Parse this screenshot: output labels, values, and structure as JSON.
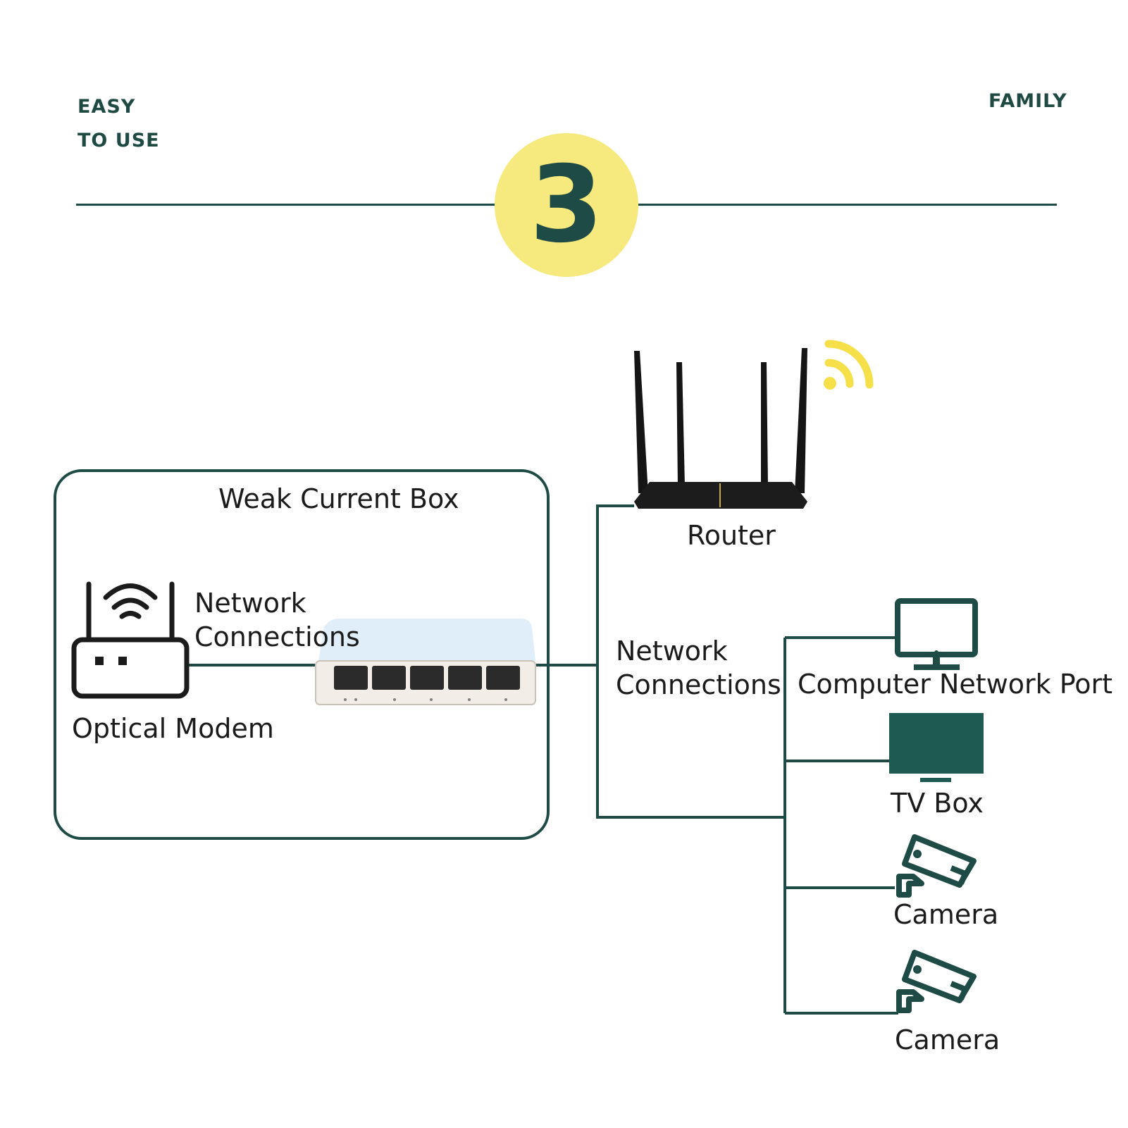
{
  "banner": {
    "left_label": "EASY\nTO USE",
    "right_label": "FAMILY",
    "step_number": "3",
    "accent_color": "#f6ea7e",
    "line_color": "#1e4b45"
  },
  "diagram": {
    "box_title": "Weak Current Box",
    "modem_label": "Optical Modem",
    "modem_link_label": "Network\nConnections",
    "router_label": "Router",
    "switch_link_label": "Network\nConnections",
    "devices": [
      {
        "label": "Computer Network Port",
        "icon": "monitor-icon"
      },
      {
        "label": "TV Box",
        "icon": "tv-icon"
      },
      {
        "label": "Camera",
        "icon": "camera-icon"
      },
      {
        "label": "Camera",
        "icon": "camera-icon"
      }
    ],
    "wire_color": "#1e4b45",
    "wifi_color": "#f5e04a"
  }
}
